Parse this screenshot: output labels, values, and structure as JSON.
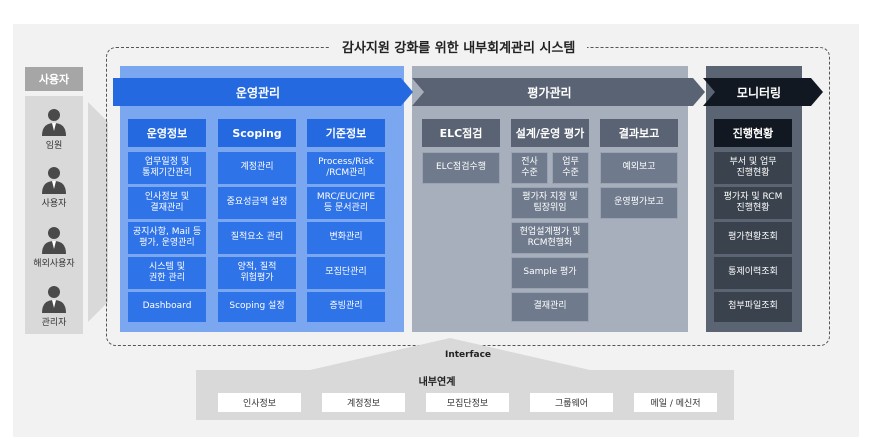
{
  "title": "감사지원 강화를 위한 내부회계관리 시스템",
  "users": {
    "header": "사용자",
    "items": [
      "임원",
      "사용자",
      "해외사용자",
      "관리자"
    ]
  },
  "sections": {
    "operation": "운영관리",
    "evaluation": "평가관리",
    "monitoring": "모니터링"
  },
  "operation_cols": [
    {
      "header": "운영정보",
      "cells": [
        "업무일정 및\n통제기간관리",
        "인사정보 및\n결재관리",
        "공지사항, Mail 등\n평가, 운영관리",
        "시스템 및\n권한 관리",
        "Dashboard"
      ]
    },
    {
      "header": "Scoping",
      "cells": [
        "계정관리",
        "중요성금액 설정",
        "질적요소 관리",
        "양적, 질적\n위험평가",
        "Scoping 설정"
      ]
    },
    {
      "header": "기준정보",
      "cells": [
        "Process/Risk\n/RCM관리",
        "MRC/EUC/IPE\n등 문서관리",
        "변화관리",
        "모집단관리",
        "증빙관리"
      ]
    }
  ],
  "evaluation_cols": {
    "elc": {
      "header": "ELC점검",
      "cells": [
        "ELC점검수행"
      ]
    },
    "design": {
      "header": "설계/운영 평가",
      "split": [
        "전사\n수준",
        "업무\n수준"
      ],
      "cells": [
        "평가자 지정 및\n팀장위임",
        "현업설계평가 및\nRCM현행화",
        "Sample 평가",
        "결재관리"
      ]
    },
    "report": {
      "header": "결과보고",
      "cells": [
        "예외보고",
        "운영평가보고"
      ]
    }
  },
  "monitoring_col": {
    "header": "진행현황",
    "cells": [
      "부서 및 업무\n진행현황",
      "평가자 및 RCM\n진행현황",
      "평가현황조회",
      "통제이력조회",
      "첨부파일조회"
    ]
  },
  "interface_label": "Interface",
  "internal_link": {
    "title": "내부연계",
    "items": [
      "인사정보",
      "계정정보",
      "모집단정보",
      "그룹웨어",
      "메일 / 메신저"
    ]
  },
  "colors": {
    "operation": "#2f73e8",
    "evaluation": "#6f7b8c",
    "monitoring": "#3a424d"
  }
}
